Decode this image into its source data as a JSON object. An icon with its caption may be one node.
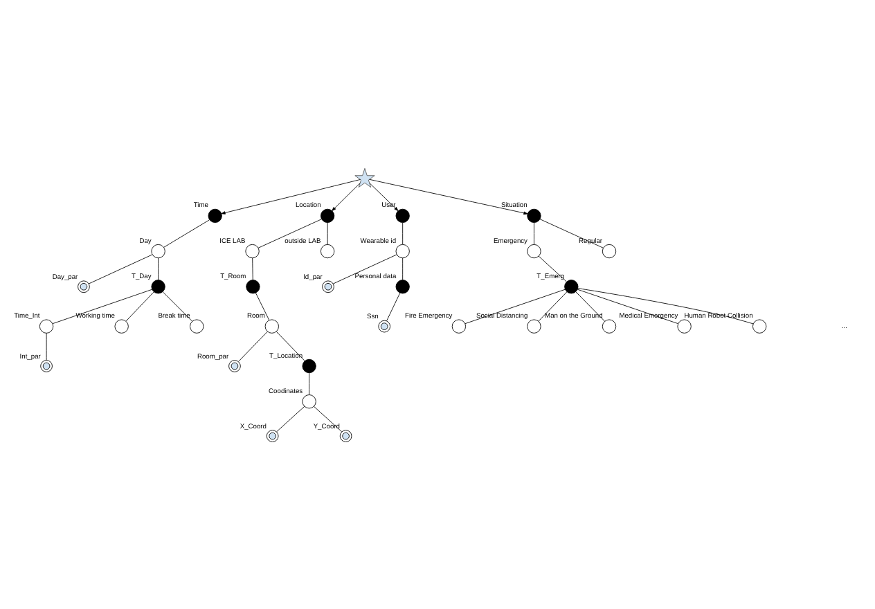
{
  "diagram": {
    "nodes": [
      {
        "text": [],
        "shape": "star"
      },
      {
        "text": [],
        "shape": "circle",
        "beside": [
          "Time"
        ]
      },
      {
        "text": [],
        "shape": "circle",
        "beside": [
          "Day"
        ]
      },
      {
        "text": [],
        "shape": "circle",
        "beside": [
          "Day_par"
        ]
      },
      {
        "text": [],
        "shape": "circle",
        "beside": [
          "T_Day"
        ]
      },
      {
        "text": [],
        "shape": "circle",
        "beside": [
          "Time_Int"
        ]
      },
      {
        "text": [],
        "shape": "circle",
        "beside": [
          "Int_par"
        ]
      },
      {
        "text": [],
        "shape": "circle",
        "beside": [
          "Working time"
        ]
      },
      {
        "text": [],
        "shape": "circle",
        "beside": [
          "Break time"
        ]
      },
      {
        "text": [],
        "shape": "circle",
        "beside": [
          "Location"
        ]
      },
      {
        "text": [],
        "shape": "circle",
        "beside": [
          "ICE LAB"
        ]
      },
      {
        "text": [],
        "shape": "circle",
        "beside": [
          "outside LAB"
        ]
      },
      {
        "text": [],
        "shape": "circle",
        "beside": [
          "T_Room"
        ]
      },
      {
        "text": [],
        "shape": "circle",
        "beside": [
          "Room"
        ]
      },
      {
        "text": [],
        "shape": "circle",
        "beside": [
          "Room_par"
        ]
      },
      {
        "text": [],
        "shape": "circle",
        "beside": [
          "T_Location"
        ]
      },
      {
        "text": [],
        "shape": "circle",
        "beside": [
          "Coodinates"
        ]
      },
      {
        "text": [],
        "shape": "circle",
        "beside": [
          "X_Coord"
        ]
      },
      {
        "text": [],
        "shape": "circle",
        "beside": [
          "Y_Coord"
        ]
      },
      {
        "text": [],
        "shape": "circle",
        "beside": [
          "User"
        ]
      },
      {
        "text": [],
        "shape": "circle",
        "beside": [
          "Wearable id"
        ]
      },
      {
        "text": [],
        "shape": "circle",
        "beside": [
          "Id_par"
        ]
      },
      {
        "text": [],
        "shape": "circle",
        "beside": [
          "Personal data"
        ]
      },
      {
        "text": [],
        "shape": "circle",
        "beside": [
          "Ssn"
        ]
      },
      {
        "text": [],
        "shape": "circle",
        "beside": [
          "Situation"
        ]
      },
      {
        "text": [],
        "shape": "circle",
        "beside": [
          "Emergency"
        ]
      },
      {
        "text": [],
        "shape": "circle",
        "beside": [
          "Regular"
        ]
      },
      {
        "text": [],
        "shape": "circle",
        "beside": [
          "T_Emerg"
        ]
      },
      {
        "text": [],
        "shape": "circle",
        "beside": [
          "Fire Emergency"
        ]
      },
      {
        "text": [],
        "shape": "circle",
        "beside": [
          "Social Distancing"
        ]
      },
      {
        "text": [],
        "shape": "circle",
        "beside": [
          "Man on the Ground"
        ]
      },
      {
        "text": [],
        "shape": "circle",
        "beside": [
          "Medical Emergency"
        ]
      },
      {
        "text": [],
        "shape": "circle",
        "beside": [
          "Human Robot Collision"
        ]
      }
    ],
    "edges": [
      {
        "from": 0,
        "to": 1,
        "arrow": "to"
      },
      {
        "from": 0,
        "to": 9,
        "arrow": "to"
      },
      {
        "from": 0,
        "to": 19,
        "arrow": "to"
      },
      {
        "from": 0,
        "to": 24,
        "arrow": "to"
      },
      {
        "from": 1,
        "to": 2,
        "arrow": "none"
      },
      {
        "from": 2,
        "to": 3,
        "arrow": "none"
      },
      {
        "from": 2,
        "to": 4,
        "arrow": "none"
      },
      {
        "from": 4,
        "to": 5,
        "arrow": "none"
      },
      {
        "from": 4,
        "to": 7,
        "arrow": "none"
      },
      {
        "from": 4,
        "to": 8,
        "arrow": "none"
      },
      {
        "from": 5,
        "to": 6,
        "arrow": "none"
      },
      {
        "from": 9,
        "to": 10,
        "arrow": "none"
      },
      {
        "from": 9,
        "to": 11,
        "arrow": "none"
      },
      {
        "from": 10,
        "to": 12,
        "arrow": "none"
      },
      {
        "from": 12,
        "to": 13,
        "arrow": "none"
      },
      {
        "from": 13,
        "to": 14,
        "arrow": "none"
      },
      {
        "from": 13,
        "to": 15,
        "arrow": "none"
      },
      {
        "from": 15,
        "to": 16,
        "arrow": "none"
      },
      {
        "from": 16,
        "to": 17,
        "arrow": "none"
      },
      {
        "from": 16,
        "to": 18,
        "arrow": "none"
      },
      {
        "from": 19,
        "to": 20,
        "arrow": "none"
      },
      {
        "from": 20,
        "to": 21,
        "arrow": "none"
      },
      {
        "from": 20,
        "to": 22,
        "arrow": "none"
      },
      {
        "from": 22,
        "to": 23,
        "arrow": "none"
      },
      {
        "from": 24,
        "to": 25,
        "arrow": "none"
      },
      {
        "from": 24,
        "to": 26,
        "arrow": "none"
      },
      {
        "from": 25,
        "to": 27,
        "arrow": "none"
      },
      {
        "from": 27,
        "to": 28,
        "arrow": "none"
      },
      {
        "from": 27,
        "to": 29,
        "arrow": "none"
      },
      {
        "from": 27,
        "to": 30,
        "arrow": "none"
      },
      {
        "from": 27,
        "to": 31,
        "arrow": "none"
      },
      {
        "from": 27,
        "to": 32,
        "arrow": "none"
      }
    ],
    "labels": [
      "..."
    ]
  }
}
